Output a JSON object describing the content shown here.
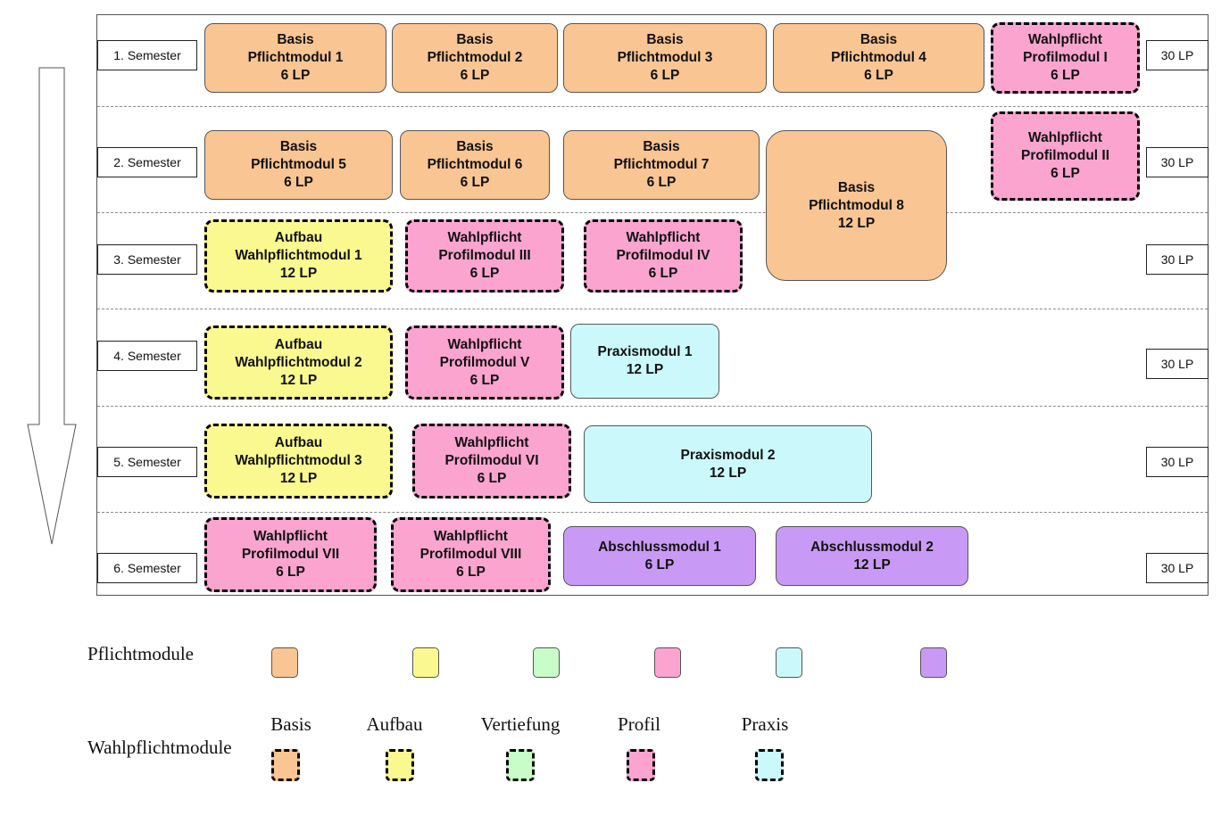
{
  "semesters": [
    {
      "label": "1. Semester",
      "lp": "30 LP"
    },
    {
      "label": "2. Semester",
      "lp": "30 LP"
    },
    {
      "label": "3. Semester",
      "lp": "30 LP"
    },
    {
      "label": "4. Semester",
      "lp": "30 LP"
    },
    {
      "label": "5. Semester",
      "lp": "30 LP"
    },
    {
      "label": "6. Semester",
      "lp": "30 LP"
    }
  ],
  "modules": {
    "basis1": {
      "lines": [
        "Basis",
        "Pflichtmodul 1",
        "6 LP"
      ]
    },
    "basis2": {
      "lines": [
        "Basis",
        "Pflichtmodul 2",
        "6 LP"
      ]
    },
    "basis3": {
      "lines": [
        "Basis",
        "Pflichtmodul 3",
        "6 LP"
      ]
    },
    "basis4": {
      "lines": [
        "Basis",
        "Pflichtmodul 4",
        "6 LP"
      ]
    },
    "profil1": {
      "lines": [
        "Wahlpflicht",
        "Profilmodul I",
        "6 LP"
      ]
    },
    "basis5": {
      "lines": [
        "Basis",
        "Pflichtmodul 5",
        "6 LP"
      ]
    },
    "basis6": {
      "lines": [
        "Basis",
        "Pflichtmodul 6",
        "6 LP"
      ]
    },
    "basis7": {
      "lines": [
        "Basis",
        "Pflichtmodul 7",
        "6 LP"
      ]
    },
    "basis8": {
      "lines": [
        "Basis",
        "Pflichtmodul 8",
        "12 LP"
      ]
    },
    "profil2": {
      "lines": [
        "Wahlpflicht",
        "Profilmodul II",
        "6 LP"
      ]
    },
    "aufbau1": {
      "lines": [
        "Aufbau",
        "Wahlpflichtmodul 1",
        "12 LP"
      ]
    },
    "profil3": {
      "lines": [
        "Wahlpflicht",
        "Profilmodul III",
        "6 LP"
      ]
    },
    "profil4": {
      "lines": [
        "Wahlpflicht",
        "Profilmodul IV",
        "6 LP"
      ]
    },
    "aufbau2": {
      "lines": [
        "Aufbau",
        "Wahlpflichtmodul 2",
        "12 LP"
      ]
    },
    "profil5": {
      "lines": [
        "Wahlpflicht",
        "Profilmodul V",
        "6 LP"
      ]
    },
    "praxis1": {
      "lines": [
        "Praxismodul 1",
        "12 LP"
      ]
    },
    "aufbau3": {
      "lines": [
        "Aufbau",
        "Wahlpflichtmodul 3",
        "12 LP"
      ]
    },
    "profil6": {
      "lines": [
        "Wahlpflicht",
        "Profilmodul VI",
        "6 LP"
      ]
    },
    "praxis2": {
      "lines": [
        "Praxismodul 2",
        "12 LP"
      ]
    },
    "profil7": {
      "lines": [
        "Wahlpflicht",
        "Profilmodul VII",
        "6 LP"
      ]
    },
    "profil8": {
      "lines": [
        "Wahlpflicht",
        "Profilmodul VIII",
        "6 LP"
      ]
    },
    "abschluss1": {
      "lines": [
        "Abschlussmodul 1",
        "6 LP"
      ]
    },
    "abschluss2": {
      "lines": [
        "Abschlussmodul 2",
        "12 LP"
      ]
    }
  },
  "legend": {
    "pflicht_title": "Pflichtmodule",
    "wahl_title": "Wahlpflichtmodule",
    "categories": [
      "Basis",
      "Aufbau",
      "Vertiefung",
      "Profil",
      "Praxis"
    ]
  },
  "colors": {
    "basis": "#f9c593",
    "aufbau": "#faf98f",
    "vertiefung": "#c8fcc8",
    "profil": "#fba4d0",
    "praxis": "#cbf9fb",
    "abschluss": "#c99af5"
  }
}
